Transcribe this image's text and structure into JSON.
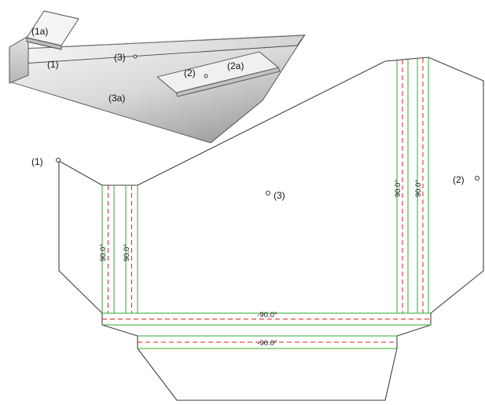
{
  "iso_view": {
    "labels": {
      "flange_1a": "(1a)",
      "bend_1": "(1)",
      "face_3": "(3)",
      "face_3a": "(3a)",
      "bend_2": "(2)",
      "flange_2a": "(2a)"
    }
  },
  "flat_pattern": {
    "labels": {
      "bend_1": "(1)",
      "face_3": "(3)",
      "bend_2": "(2)"
    },
    "bend_annotations": {
      "left_bend_a": "90.0°",
      "left_bend_b": "90.0°",
      "right_bend_a": "90.0°",
      "right_bend_b": "90.0°",
      "bottom_bend_a": "-90.0°",
      "bottom_bend_b": "-90.0°"
    },
    "colors": {
      "bend_extent_line": "#2fae2f",
      "bend_centerline": "#dd2222",
      "outline": "#404040"
    }
  }
}
